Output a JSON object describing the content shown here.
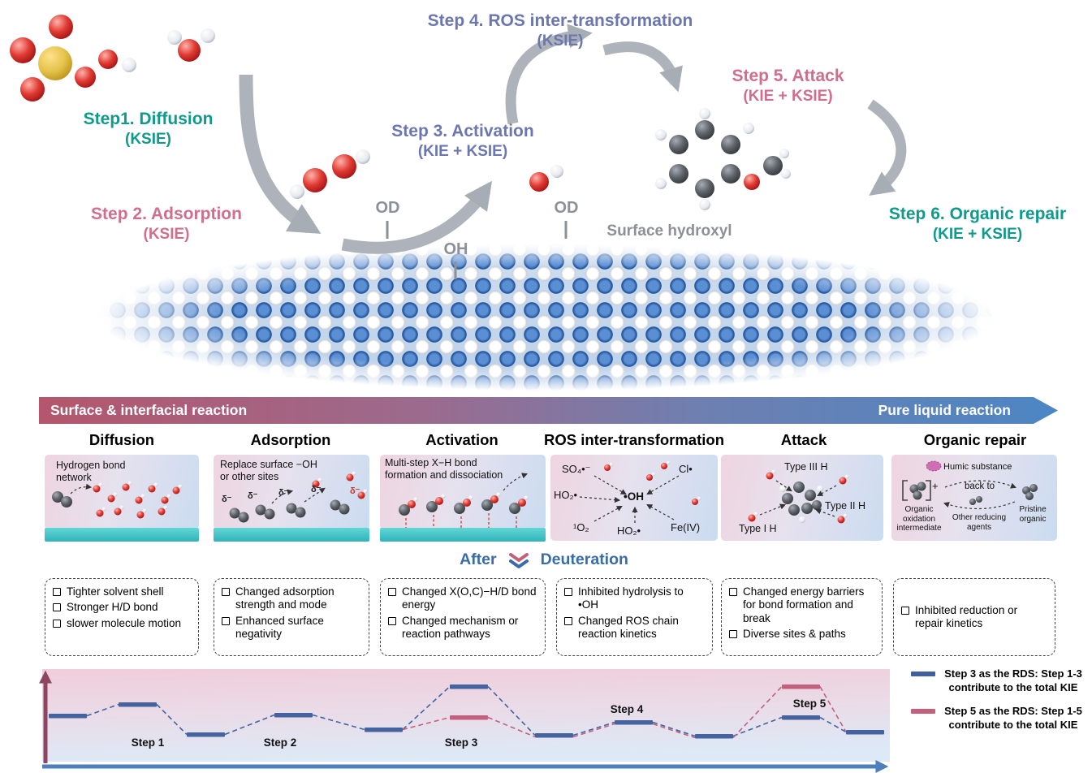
{
  "colors": {
    "teal": "#0f9a8c",
    "rose": "#cf6f8d",
    "slate": "#6b77ae",
    "banner_left": "#b4566c",
    "banner_right": "#4c86c4",
    "surface_bar": "#3fc1c9",
    "arrow_gray": "#a7adb5",
    "energy_blue": "#44639f",
    "energy_pink": "#c45f7d"
  },
  "scheme": {
    "steps": [
      {
        "title": "Step1. Diffusion",
        "tag": "(KSIE)"
      },
      {
        "title": "Step 2. Adsorption",
        "tag": "(KSIE)"
      },
      {
        "title": "Step 3. Activation",
        "tag": "(KIE + KSIE)"
      },
      {
        "title": "Step 4. ROS inter-transformation",
        "tag": "(KSIE)"
      },
      {
        "title": "Step 5. Attack",
        "tag": "(KIE + KSIE)"
      },
      {
        "title": "Step 6. Organic repair",
        "tag": "(KIE + KSIE)"
      }
    ],
    "surface": {
      "od_left": "OD",
      "oh": "OH",
      "od_right": "OD",
      "hydroxyl": "Surface hydroxyl"
    }
  },
  "banner": {
    "left": "Surface & interfacial reaction",
    "right": "Pure liquid reaction"
  },
  "columns": [
    {
      "header": "Diffusion",
      "caption": "Hydrogen bond network"
    },
    {
      "header": "Adsorption",
      "caption": "Replace surface −OH or other sites",
      "delta": "δ⁻"
    },
    {
      "header": "Activation",
      "caption": "Multi-step X−H bond formation and dissociation"
    },
    {
      "header": "ROS inter-transformation",
      "species": {
        "so4": "SO₄•⁻",
        "cl": "Cl•",
        "oh": "•OH",
        "ho2a": "HO₂•",
        "o2": "¹O₂",
        "ho2b": "HO₂•",
        "fe": "Fe(IV)"
      }
    },
    {
      "header": "Attack",
      "types": {
        "t3": "Type III H",
        "t2": "Type II H",
        "t1": "Type I H"
      }
    },
    {
      "header": "Organic repair",
      "labels": {
        "humic": "Humic substance",
        "plus": "+",
        "back": "back to",
        "oxidation": "Organic oxidation intermediate",
        "agents": "Other reducing agents",
        "pristine": "Pristine organic"
      }
    }
  ],
  "deuteration": {
    "left": "After",
    "right": "Deuteration"
  },
  "effects": [
    {
      "items": [
        "Tighter solvent shell",
        "Stronger H/D bond",
        "slower molecule motion"
      ]
    },
    {
      "items": [
        "Changed adsorption strength and mode",
        "Enhanced surface negativity"
      ]
    },
    {
      "items": [
        "Changed X(O,C)−H/D bond energy",
        "Changed mechanism or reaction pathways"
      ]
    },
    {
      "items": [
        "Inhibited hydrolysis to •OH",
        "Changed ROS chain reaction kinetics"
      ]
    },
    {
      "items": [
        "Changed energy barriers for bond formation and break",
        "Diverse sites & paths"
      ]
    },
    {
      "items": [
        "Inhibited reduction or repair kinetics"
      ]
    }
  ],
  "energy": {
    "steps": [
      "Step 1",
      "Step 2",
      "Step 3",
      "Step 4",
      "Step 5"
    ],
    "series": [
      {
        "name": "Step 3 RDS (blue)",
        "color": "#44639f",
        "levels": [
          2,
          3,
          0,
          2,
          1,
          5,
          0,
          2,
          0,
          3,
          1
        ]
      },
      {
        "name": "Step 5 RDS (pink)",
        "color": "#c45f7d",
        "levels": [
          null,
          null,
          null,
          null,
          null,
          3,
          0,
          2,
          0,
          5,
          1
        ]
      }
    ],
    "legend": [
      {
        "swatch": "#3f5f9f",
        "text": "Step 3 as the RDS: Step 1-3 contribute to the total KIE"
      },
      {
        "swatch": "#c4607a",
        "text": "Step 5 as the RDS: Step 1-5 contribute to the total KIE"
      }
    ]
  }
}
